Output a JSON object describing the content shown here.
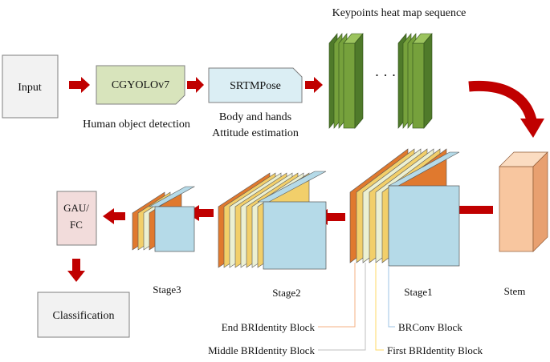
{
  "nodes": {
    "input": "Input",
    "cgyolo": "CGYOLOv7",
    "srtm": "SRTMPose",
    "gau_line1": "GAU/",
    "gau_line2": "FC",
    "classification": "Classification"
  },
  "captions": {
    "detection": "Human object detection",
    "pose_line1": "Body and hands",
    "pose_line2": "Attitude estimation",
    "heatmap": "Keypoints heat map sequence",
    "ellipsis": "· · ·"
  },
  "stages": {
    "stage3": "Stage3",
    "stage2": "Stage2",
    "stage1": "Stage1",
    "stem": "Stem"
  },
  "blocks": {
    "end_identity": "End BRIdentity Block",
    "middle_identity": "Middle BRIdentity Block",
    "brconv": "BRConv Block",
    "first_identity": "First BRIdentity Block"
  },
  "colors": {
    "arrow": "#c00000",
    "green_front": "#76a13c",
    "green_side": "#4f7a2a",
    "green_top": "#9cc45e",
    "blue_front": "#b5dae8",
    "orange": "#e0792e",
    "yellow": "#f2cf6a",
    "cream": "#ecf0d2",
    "stem_front": "#f8c69f",
    "stem_side": "#e8a070",
    "stem_top": "#fbdcc1",
    "input_fill": "#f2f2f2",
    "cgyolo_fill": "#d8e4bc",
    "srtm_fill": "#dbeef4",
    "gau_fill": "#f2dcdb",
    "line_orange": "#f4b183",
    "line_gray": "#bfbfbf",
    "line_blue": "#9dc3e6",
    "line_yellow": "#ffd966"
  }
}
